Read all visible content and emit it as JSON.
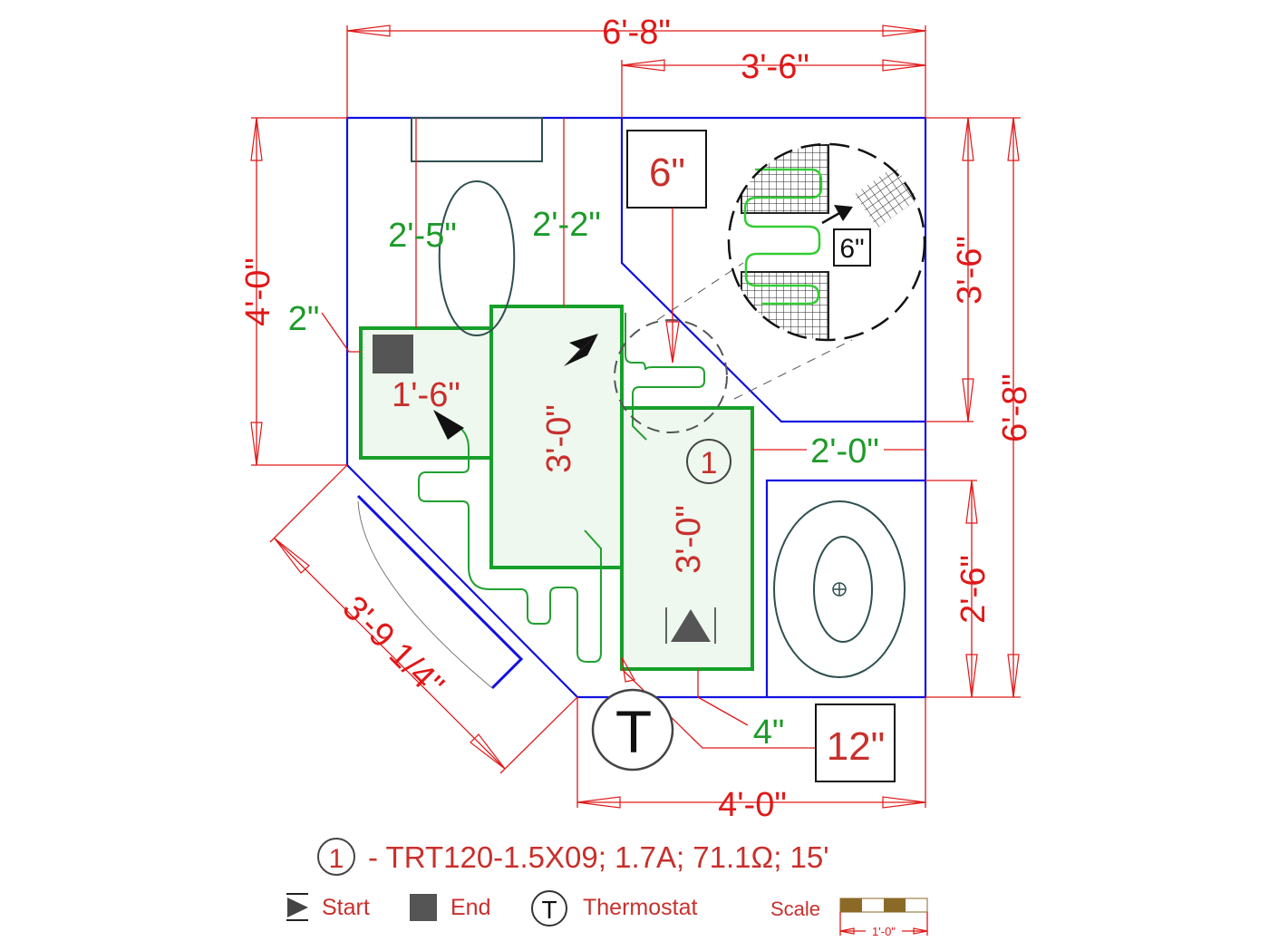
{
  "drawing": {
    "dimensions": {
      "top_overall": "6'-8\"",
      "top_partial": "3'-6\"",
      "left_height": "4'-0\"",
      "right_upper": "3'-6\"",
      "right_overall": "6'-8\"",
      "right_lower": "2'-6\"",
      "bottom_width": "4'-0\"",
      "diagonal_wall": "3'-9 1/4\""
    },
    "clearances": {
      "toilet_left": "2'-5\"",
      "toilet_right": "2'-2\"",
      "wall_gap": "2\"",
      "vanity_gap": "2'-0\"",
      "bottom_gap": "4\""
    },
    "mats": [
      {
        "label": "1'-6\""
      },
      {
        "label": "3'-0\""
      },
      {
        "label": "3'-0\""
      }
    ],
    "callouts": {
      "spacing_box": "6\"",
      "detail_spacing": "6\"",
      "thermostat_height_box": "12\"",
      "thermostat_symbol": "T",
      "mat_number": "1"
    }
  },
  "legend": {
    "cable_number": "1",
    "cable_spec": "- TRT120-1.5X09; 1.7A; 71.1Ω; 15'",
    "start_label": "Start",
    "end_label": "End",
    "thermostat_symbol": "T",
    "thermostat_label": "Thermostat",
    "scale_label": "Scale",
    "scale_value": "1'-0\""
  },
  "colors": {
    "wall": "#1010e0",
    "dimension": "#e01818",
    "mat": "#16a02a",
    "scale_brown": "#8b6a28"
  }
}
